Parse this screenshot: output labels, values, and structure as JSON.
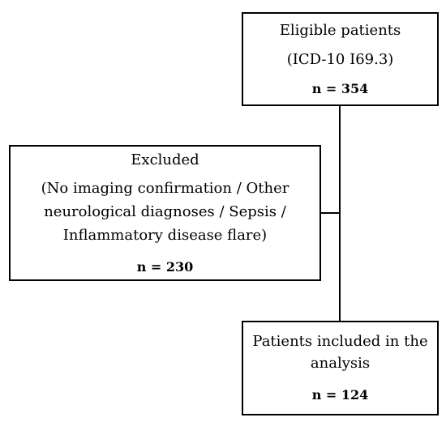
{
  "eligible": {
    "title": "Eligible patients",
    "subtitle": "(ICD-10 I69.3)",
    "count": "n = 354"
  },
  "excluded": {
    "title": "Excluded",
    "reason_line1": "(No imaging confirmation / Other",
    "reason_line2": "neurological diagnoses / Sepsis /",
    "reason_line3": "Inflammatory disease flare)",
    "count": "n = 230"
  },
  "included": {
    "title_line1": "Patients included in the",
    "title_line2": "analysis",
    "count": "n = 124"
  },
  "colors": {
    "border": "#000000",
    "background": "#ffffff",
    "text": "#000000"
  }
}
